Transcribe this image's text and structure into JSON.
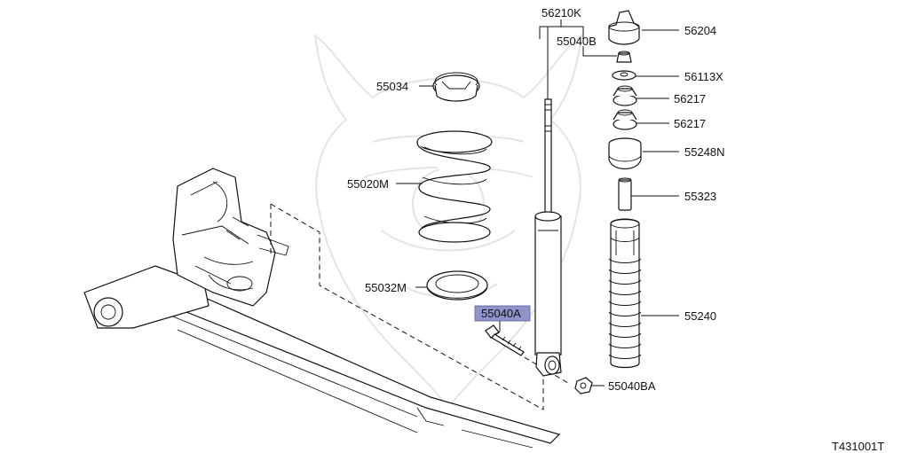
{
  "diagram": {
    "code": "T431001T",
    "highlight_color": "#8f93c9",
    "labels": {
      "l56210K": "56210K",
      "l55040B": "55040B",
      "l56204": "56204",
      "l56113X": "56113X",
      "l56217a": "56217",
      "l56217b": "56217",
      "l55248N": "55248N",
      "l55323": "55323",
      "l55240": "55240",
      "l55034": "55034",
      "l55020M": "55020M",
      "l55032M": "55032M",
      "l55040A": "55040A",
      "l55040BA": "55040BA"
    }
  }
}
